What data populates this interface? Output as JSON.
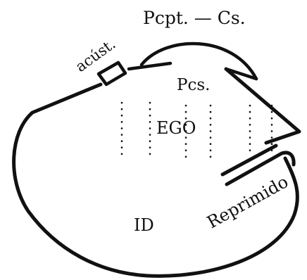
{
  "labels": {
    "perception_consciousness": "Pcpt. — Cs.",
    "acoustic": "acúst.",
    "preconscious": "Pcs.",
    "ego": "EGO",
    "repressed": "Reprimido",
    "id": "ID"
  },
  "colors": {
    "ink": "#111111",
    "paper": "#ffffff"
  }
}
